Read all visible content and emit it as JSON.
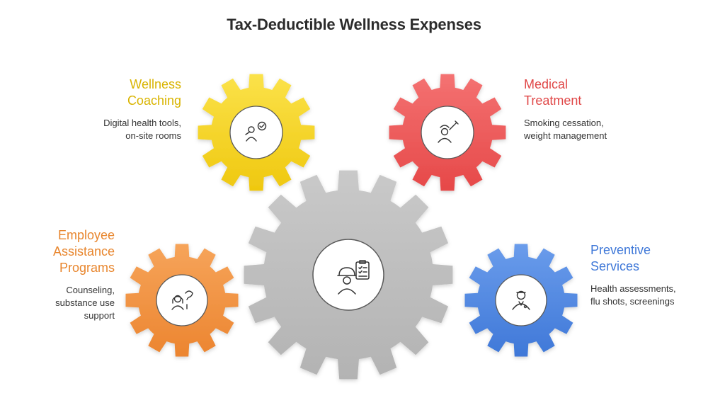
{
  "title": "Tax-Deductible Wellness Expenses",
  "colors": {
    "wellness": "#F5D21E",
    "medical": "#EE5A5A",
    "eap": "#F0923E",
    "preventive": "#4E86E2",
    "center": "#BDBDBD"
  },
  "items": {
    "wellness": {
      "label": [
        "Wellness",
        "Coaching"
      ],
      "desc": [
        "Digital health tools,",
        "on-site rooms"
      ],
      "icon": "coaching-icon"
    },
    "medical": {
      "label": [
        "Medical",
        "Treatment"
      ],
      "desc": [
        "Smoking cessation,",
        "weight management"
      ],
      "icon": "doctor-syringe-icon"
    },
    "eap": {
      "label": [
        "Employee",
        "Assistance",
        "Programs"
      ],
      "desc": [
        "Counseling,",
        "substance use",
        "support"
      ],
      "icon": "counseling-icon"
    },
    "preventive": {
      "label": [
        "Preventive",
        "Services"
      ],
      "desc": [
        "Health assessments,",
        "flu shots, screenings"
      ],
      "icon": "physician-icon"
    },
    "center": {
      "icon": "worker-checklist-icon"
    }
  }
}
